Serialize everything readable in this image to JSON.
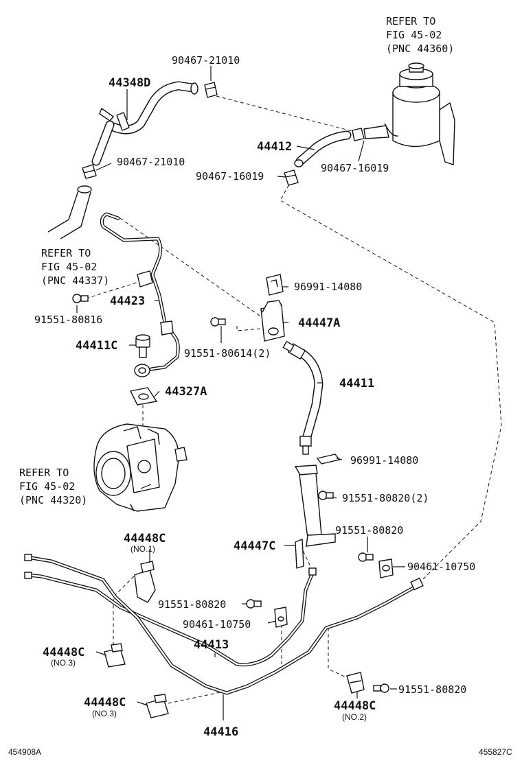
{
  "references": {
    "reservoir": [
      "REFER TO",
      "FIG 45-02",
      "(PNC 44360)"
    ],
    "suction_hose": [
      "REFER TO",
      "FIG 45-02",
      "(PNC 44337)"
    ],
    "pump": [
      "REFER TO",
      "FIG 45-02",
      "(PNC 44320)"
    ]
  },
  "labels": {
    "p_90467_21010_top": "90467-21010",
    "p_44348D": "44348D",
    "p_90467_21010_mid": "90467-21010",
    "p_44412": "44412",
    "p_90467_16019_right": "90467-16019",
    "p_90467_16019_left": "90467-16019",
    "p_96991_14080_top": "96991-14080",
    "p_44423": "44423",
    "p_91551_80816": "91551-80816",
    "p_44447A": "44447A",
    "p_91551_80614": "91551-80614(2)",
    "p_44411C": "44411C",
    "p_44411": "44411",
    "p_44327A": "44327A",
    "p_96991_14080_bot": "96991-14080",
    "p_91551_80820_2": "91551-80820(2)",
    "p_44448C_no1": "44448C",
    "p_44448C_no1_sub": "(NO.1)",
    "p_91551_80820_a": "91551-80820",
    "p_44447C": "44447C",
    "p_90461_10750_a": "90461-10750",
    "p_91551_80820_b": "91551-80820",
    "p_90461_10750_b": "90461-10750",
    "p_44413": "44413",
    "p_44448C_no3a": "44448C",
    "p_44448C_no3a_sub": "(NO.3)",
    "p_44448C_no3b": "44448C",
    "p_44448C_no3b_sub": "(NO.3)",
    "p_91551_80820_c": "91551-80820",
    "p_44448C_no2": "44448C",
    "p_44448C_no2_sub": "(NO.2)",
    "p_44416": "44416"
  },
  "footer": {
    "left_code": "454908A",
    "right_code": "455827C"
  }
}
